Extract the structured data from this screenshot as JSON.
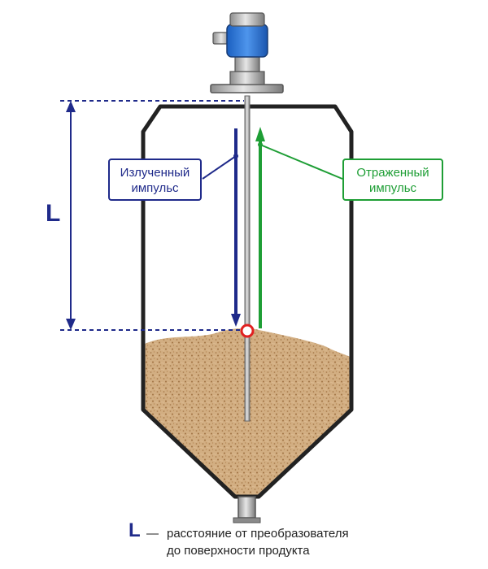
{
  "emitted_pulse": {
    "line1": "Излученный",
    "line2": "импульс",
    "color": "#1f2a8a"
  },
  "reflected_pulse": {
    "line1": "Отраженный",
    "line2": "импульс",
    "color": "#1e9e35"
  },
  "distance_label": "L",
  "legend": {
    "key": "L",
    "dash": "—",
    "line1": "расстояние от преобразователя",
    "line2": "до поверхности продукта"
  },
  "colors": {
    "blue": "#1f2a8a",
    "green": "#1e9e35",
    "red_marker": "#e02020",
    "product": "#c9a273",
    "transmitter_head": "#2f78d8"
  }
}
